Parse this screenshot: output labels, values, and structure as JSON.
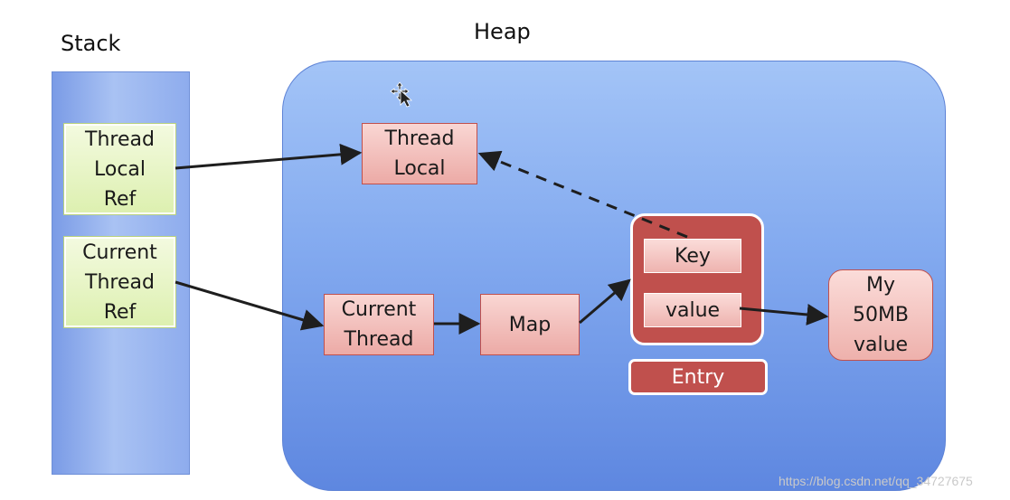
{
  "titles": {
    "stack": "Stack",
    "heap": "Heap"
  },
  "stack": {
    "thread_local_ref": [
      "Thread",
      "Local",
      "Ref"
    ],
    "current_thread_ref": [
      "Current",
      "Thread",
      "Ref"
    ]
  },
  "heap": {
    "thread_local": [
      "Thread",
      "Local"
    ],
    "current_thread": [
      "Current",
      "Thread"
    ],
    "map": "Map",
    "entry": {
      "key": "Key",
      "value": "value",
      "label": "Entry"
    },
    "my_value": [
      "My",
      "50MB",
      "value"
    ]
  },
  "watermark": "https://blog.csdn.net/qq_34727675",
  "icons": {
    "cursor": "move-cursor-icon"
  },
  "colors": {
    "heap_blue": "#82a9ef",
    "stack_blue": "#8eaced",
    "green_box": "#ddf0b0",
    "pink_box": "#ecaaa6",
    "entry_red": "#c0504d",
    "arrow": "#1e1e1e"
  }
}
